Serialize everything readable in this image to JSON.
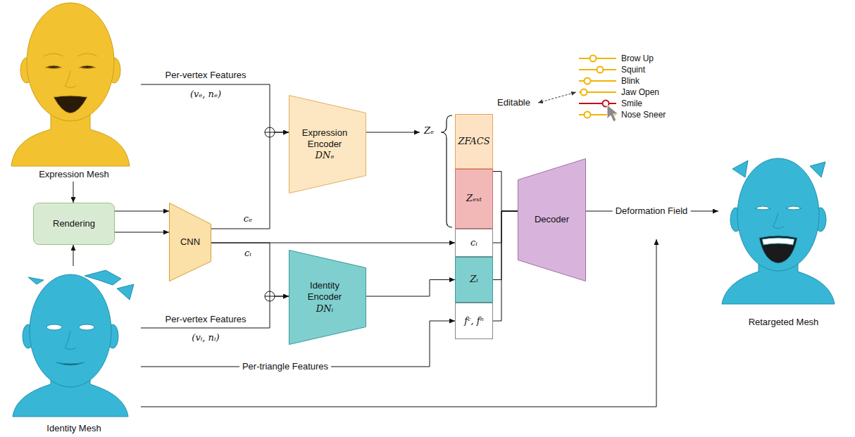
{
  "diagram": {
    "nodes": [
      {
        "text": [
          "Expression Mesh"
        ]
      },
      {
        "text": [
          "Rendering"
        ]
      },
      {
        "text": [
          "Identity Mesh"
        ]
      },
      {
        "text": [
          "CNN"
        ]
      },
      {
        "text": [
          "Expression Encoder",
          "DNₑ"
        ]
      },
      {
        "text": [
          "Identity Encoder",
          "DNᵢ"
        ]
      },
      {
        "text": [
          "Zₑ"
        ]
      },
      {
        "text": [
          "ZFACS"
        ],
        "in": 6
      },
      {
        "text": [
          "Zₑₓₜ"
        ],
        "in": 6
      },
      {
        "text": [
          "cᵢ"
        ]
      },
      {
        "text": [
          "Zᵢ"
        ]
      },
      {
        "text": [
          "fᶜ, fⁿ"
        ]
      },
      {
        "text": [
          "Decoder"
        ]
      },
      {
        "text": [
          "Retargeted Mesh"
        ]
      }
    ],
    "edges": [
      {
        "from": 0,
        "to": 1,
        "arrow": "to"
      },
      {
        "from": 2,
        "to": 1,
        "arrow": "to"
      },
      {
        "from": 1,
        "to": 3,
        "arrow": "to"
      },
      {
        "from": 1,
        "to": 3,
        "arrow": "to"
      },
      {
        "from": 3,
        "to": 4,
        "label": "cₑ",
        "arrow": "to"
      },
      {
        "from": 0,
        "to": 4,
        "arrow": "to"
      },
      {
        "from": 3,
        "to": 9,
        "label": "cᵢ",
        "arrow": "to"
      },
      {
        "from": 3,
        "to": 5,
        "arrow": "to"
      },
      {
        "from": 2,
        "to": 5,
        "arrow": "to"
      },
      {
        "from": 5,
        "to": 10,
        "arrow": "to"
      },
      {
        "from": 2,
        "to": 11,
        "label": "Per-triangle Features",
        "arrow": "to"
      },
      {
        "from": 4,
        "to": 6,
        "arrow": "to"
      },
      {
        "from": 6,
        "to": 12,
        "arrow": "none"
      },
      {
        "from": 9,
        "to": 12,
        "arrow": "none"
      },
      {
        "from": 10,
        "to": 12,
        "arrow": "none"
      },
      {
        "from": 11,
        "to": 12,
        "arrow": "none"
      },
      {
        "from": 12,
        "to": 13,
        "label": "Deformation Field",
        "arrow": "to"
      },
      {
        "from": 2,
        "to": 13,
        "arrow": "to"
      }
    ],
    "labels": [
      "Per-vertex Features",
      "(vₑ, nₑ)",
      "Per-vertex Features",
      "(vᵢ, nᵢ)",
      "Brow Up",
      "Squint",
      "Blink",
      "Jaw Open",
      "Smile",
      "Nose Sneer",
      "Editable"
    ]
  }
}
